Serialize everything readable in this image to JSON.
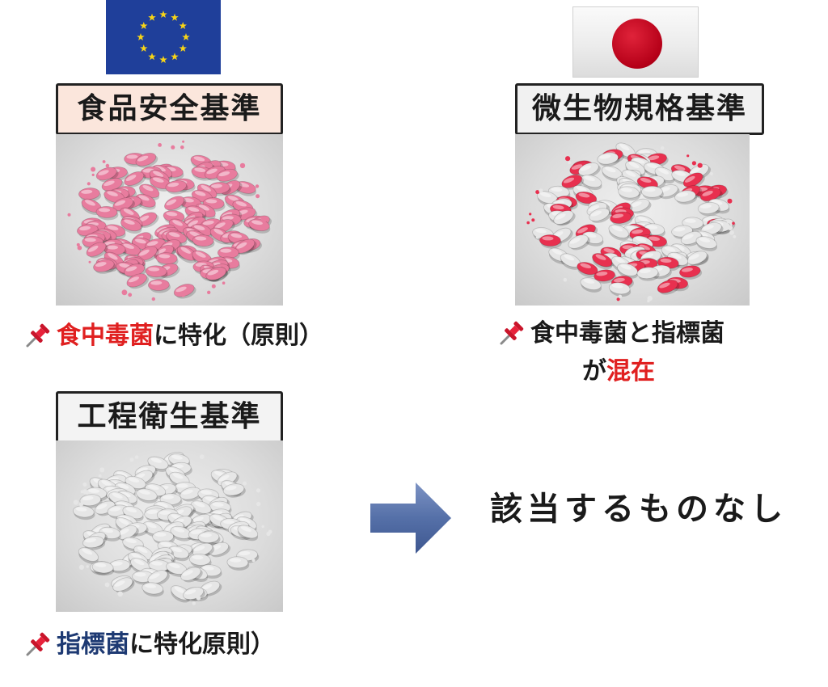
{
  "flags": {
    "eu": {
      "icon": "eu-flag-icon",
      "color": "#1f3f9a",
      "star_color": "#f7d417"
    },
    "jp": {
      "icon": "japan-flag-icon",
      "color": "#c8001c"
    }
  },
  "eu": {
    "food_safety": {
      "title": "食品安全基準",
      "caption_highlight": "食中毒菌",
      "caption_rest": "に特化（原則）",
      "highlight_color": "#e02020",
      "pill_color": "#e87c9e"
    },
    "process_hygiene": {
      "title": "工程衛生基準",
      "caption_highlight": "指標菌",
      "caption_rest": "に特化原則）",
      "highlight_color": "#1e3a73",
      "pill_color": "#e6e6e6"
    }
  },
  "japan": {
    "microbial_spec": {
      "title": "微生物規格基準",
      "caption_line1": "食中毒菌と指標菌",
      "caption_line2_prefix": "が",
      "caption_line2_highlight": "混在",
      "highlight_color": "#e02020",
      "pill_colors": [
        "#e6e6e6",
        "#e8304f"
      ]
    }
  },
  "arrow": {
    "icon": "right-arrow-icon",
    "color": "#5570a8"
  },
  "conclusion": "該当するものなし",
  "icons": {
    "pin": "pushpin-icon"
  }
}
